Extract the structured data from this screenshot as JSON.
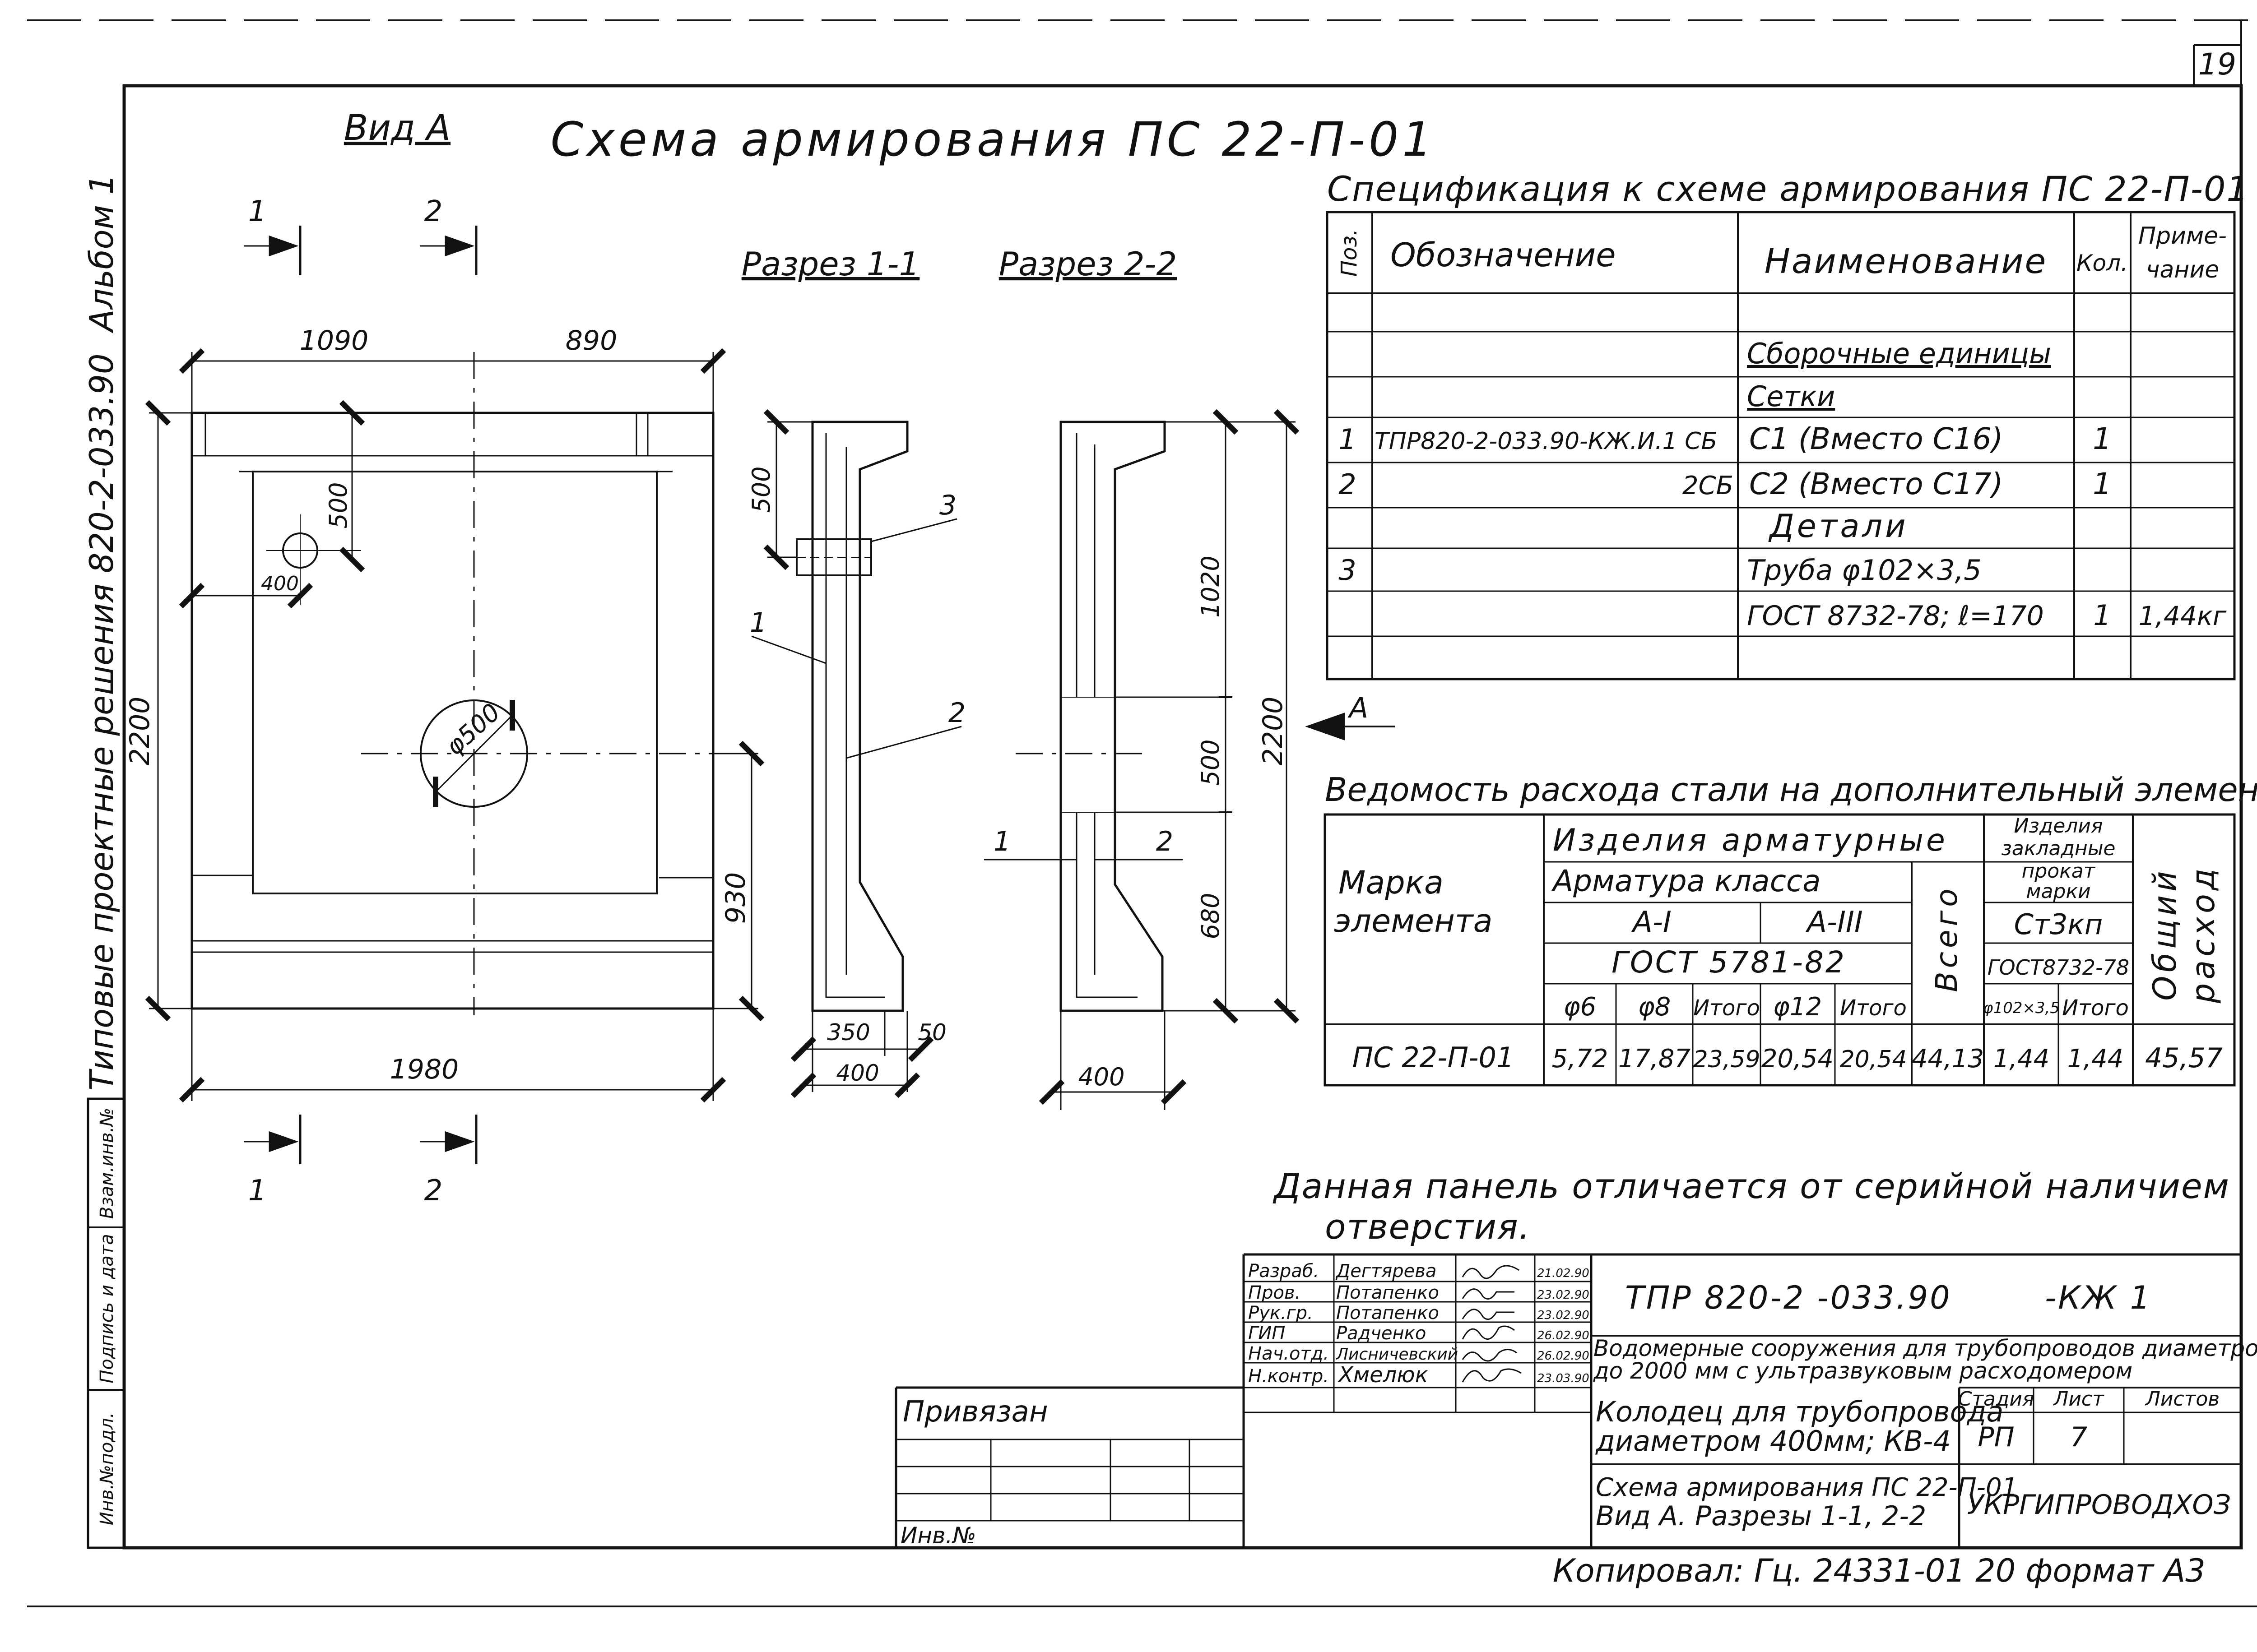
{
  "sheet": {
    "page_number": "19",
    "left_strip": {
      "album": "Альбом 1",
      "series": "Типовые проектные решения 820-2-033.90",
      "cells": [
        "Инв.№подл.",
        "Подпись и дата",
        "Взам.инв.№"
      ]
    },
    "view_label": "Вид А",
    "main_title": "Схема армирования ПС 22-П-01",
    "section_1_1": "Разрез 1-1",
    "section_2_2": "Разрез 2-2",
    "note_line1": "Данная панель отличается от серийной наличием",
    "note_line2": "отверстия.",
    "footer": "Копировал: Гц. 24331-01 20 формат А3"
  },
  "view_a": {
    "top_dims": [
      "1090",
      "890"
    ],
    "bottom_dim": "1980",
    "left_dim": "2200",
    "right_dim": "930",
    "hole_dims": [
      "500",
      "400"
    ],
    "big_hole": "φ500",
    "cut_marks": [
      "1",
      "2",
      "1",
      "2"
    ]
  },
  "section1": {
    "dims": [
      "500",
      "350",
      "50",
      "400"
    ],
    "callouts": [
      "3",
      "1",
      "2"
    ]
  },
  "section2": {
    "dims": [
      "1020",
      "500",
      "680",
      "2200",
      "400"
    ],
    "callouts": [
      "1",
      "2"
    ],
    "arrow": "A"
  },
  "spec": {
    "title": "Спецификация к схеме армирования ПС 22-П-01",
    "headers": [
      "Поз.",
      "Обозначение",
      "Наименование",
      "Кол.",
      "Приме-",
      "чание"
    ],
    "rows": [
      {
        "pos": "",
        "code": "",
        "name": "",
        "qty": "",
        "note": ""
      },
      {
        "pos": "",
        "code": "",
        "name": "Сборочные единицы",
        "qty": "",
        "note": ""
      },
      {
        "pos": "",
        "code": "",
        "name": "Сетки",
        "qty": "",
        "note": ""
      },
      {
        "pos": "1",
        "code": "ТПР820-2-033.90-КЖ.И.1 СБ",
        "name": "С1 (Вместо С16)",
        "qty": "1",
        "note": ""
      },
      {
        "pos": "2",
        "code": "2СБ",
        "name": "С2 (Вместо С17)",
        "qty": "1",
        "note": ""
      },
      {
        "pos": "",
        "code": "",
        "name": "Детали",
        "qty": "",
        "note": ""
      },
      {
        "pos": "3",
        "code": "",
        "name": "Труба φ102×3,5",
        "qty": "",
        "note": ""
      },
      {
        "pos": "",
        "code": "",
        "name": "ГОСТ 8732-78; ℓ=170",
        "qty": "1",
        "note": "1,44кг"
      },
      {
        "pos": "",
        "code": "",
        "name": "",
        "qty": "",
        "note": ""
      }
    ]
  },
  "steel": {
    "title": "Ведомость расхода стали на дополнительный элемент, кг",
    "mark_header": [
      "Марка",
      "элемента"
    ],
    "g_armature": "Изделия арматурные",
    "g_class": "Арматура класса",
    "g_a1": "А-I",
    "g_a3": "А-III",
    "g_gost": "ГОСТ 5781-82",
    "g_embedded": [
      "Изделия",
      "закладные"
    ],
    "g_rolled": [
      "прокат",
      "марки"
    ],
    "g_steel": "Ст3кп",
    "g_gost2": "ГОСТ8732-78",
    "total_all": "Всего",
    "total_overall": [
      "Общий",
      "расход"
    ],
    "sub_headers": [
      "φ6",
      "φ8",
      "Итого",
      "φ12",
      "Итого",
      "φ102×3,5",
      "Итого"
    ],
    "row": {
      "mark": "ПС 22-П-01",
      "values": [
        "5,72",
        "17,87",
        "23,59",
        "20,54",
        "20,54",
        "44,13",
        "1,44",
        "1,44",
        "45,57"
      ]
    }
  },
  "stamp": {
    "roles": [
      {
        "role": "Разраб.",
        "name": "Дегтярева",
        "date": "21.02.90"
      },
      {
        "role": "Пров.",
        "name": "Потапенко",
        "date": "23.02.90"
      },
      {
        "role": "Рук.гр.",
        "name": "Потапенко",
        "date": "23.02.90"
      },
      {
        "role": "ГИП",
        "name": "Радченко",
        "date": "26.02.90"
      },
      {
        "role": "Нач.отд.",
        "name": "Лисничевский",
        "date": "26.02.90"
      },
      {
        "role": "Н.контр.",
        "name": "Хмелюк",
        "date": "23.03.90"
      }
    ],
    "doc_code": "ТПР 820-2 -033.90",
    "doc_suffix": "-КЖ 1",
    "project_line1": "Водомерные сооружения для трубопроводов диаметром",
    "project_line2": "до 2000 мм с ультразвуковым расходомером",
    "object_line1": "Колодец для трубопровода",
    "object_line2": "диаметром 400мм; КВ-4",
    "sheet_title_line1": "Схема армирования ПС 22-П-01",
    "sheet_title_line2": "Вид А. Разрезы 1-1, 2-2",
    "stage_header": "Стадия",
    "sheet_header": "Лист",
    "sheets_header": "Листов",
    "stage": "РП",
    "sheet": "7",
    "sheets": "",
    "org": "УКРГИПРОВОДХОЗ",
    "bound": "Привязан",
    "inv": "Инв.№"
  }
}
